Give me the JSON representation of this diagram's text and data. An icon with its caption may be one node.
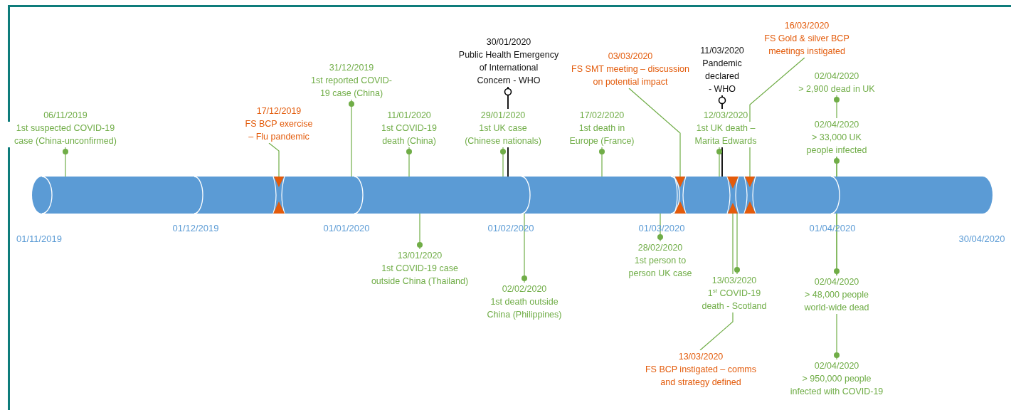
{
  "diagram": {
    "nodes": [
      {
        "text": [
          "06/11/2019",
          "1st suspected COVID-19 case (China-unconfirmed)"
        ]
      },
      {
        "text": [
          "17/12/2019",
          "FS BCP exercise – Flu pandemic"
        ]
      },
      {
        "text": [
          "31/12/2019",
          "1st reported COVID-19 case (China)"
        ]
      },
      {
        "text": [
          "11/01/2020",
          "1st COVID-19 death (China)"
        ]
      },
      {
        "text": [
          "29/01/2020",
          "1st UK case (Chinese nationals)"
        ]
      },
      {
        "text": [
          "30/01/2020",
          "Public Health Emergency of International Concern - WHO"
        ]
      },
      {
        "text": [
          "17/02/2020",
          "1st death in Europe (France)"
        ]
      },
      {
        "text": [
          "03/03/2020",
          "FS SMT meeting – discussion on potential impact"
        ]
      },
      {
        "text": [
          "11/03/2020",
          "Pandemic declared - WHO"
        ]
      },
      {
        "text": [
          "12/03/2020",
          "1st UK death – Marita Edwards"
        ]
      },
      {
        "text": [
          "16/03/2020",
          "FS Gold & silver BCP meetings instigated"
        ]
      },
      {
        "text": [
          "02/04/2020",
          "> 2,900 dead in UK"
        ]
      },
      {
        "text": [
          "02/04/2020",
          "> 33,000 UK people infected"
        ]
      },
      {
        "text": [],
        "shape": "cylinder"
      },
      {
        "text": [
          "13/01/2020",
          "1st COVID-19 case outside China (Thailand)"
        ]
      },
      {
        "text": [
          "02/02/2020",
          "1st death outside China (Philippines)"
        ]
      },
      {
        "text": [
          "28/02/2020",
          "1st person to person UK case"
        ]
      },
      {
        "text": [
          "13/03/2020",
          "1$^{st}$ COVID-19 death - Scotland"
        ]
      },
      {
        "text": [
          "13/03/2020",
          "FS BCP instigated – comms and strategy defined"
        ]
      },
      {
        "text": [
          "02/04/2020",
          "> 48,000 people world-wide dead"
        ]
      },
      {
        "text": [
          "02/04/2020",
          "> 950,000 people infected with COVID-19"
        ]
      }
    ],
    "edges": [
      {
        "from": 0,
        "to": 13,
        "arrow": "other"
      },
      {
        "from": 1,
        "to": 13,
        "arrow": "to"
      },
      {
        "from": 2,
        "to": 13,
        "arrow": "other"
      },
      {
        "from": 3,
        "to": 13,
        "arrow": "other"
      },
      {
        "from": 4,
        "to": 13,
        "arrow": "other"
      },
      {
        "from": 5,
        "to": 13,
        "arrow": "other",
        "color": "#000000"
      },
      {
        "from": 6,
        "to": 13,
        "arrow": "other"
      },
      {
        "from": 7,
        "to": 13,
        "arrow": "to"
      },
      {
        "from": 8,
        "to": 13,
        "arrow": "other",
        "color": "#000000"
      },
      {
        "from": 9,
        "to": 13,
        "arrow": "other"
      },
      {
        "from": 10,
        "to": 13,
        "arrow": "to"
      },
      {
        "from": 11,
        "to": 13,
        "arrow": "other"
      },
      {
        "from": 12,
        "to": 13,
        "arrow": "other"
      },
      {
        "from": 14,
        "to": 13,
        "arrow": "other"
      },
      {
        "from": 15,
        "to": 13,
        "arrow": "other"
      },
      {
        "from": 16,
        "to": 13,
        "arrow": "other"
      },
      {
        "from": 17,
        "to": 13,
        "arrow": "other"
      },
      {
        "from": 18,
        "to": 13,
        "arrow": "to"
      },
      {
        "from": 19,
        "to": 13,
        "arrow": "other"
      },
      {
        "from": 20,
        "to": 13,
        "arrow": "other"
      }
    ],
    "labels": [
      "01/11/2019",
      "01/12/2019",
      "01/01/2020",
      "01/02/2020",
      "01/03/2020",
      "01/04/2020",
      "30/04/2020"
    ]
  }
}
